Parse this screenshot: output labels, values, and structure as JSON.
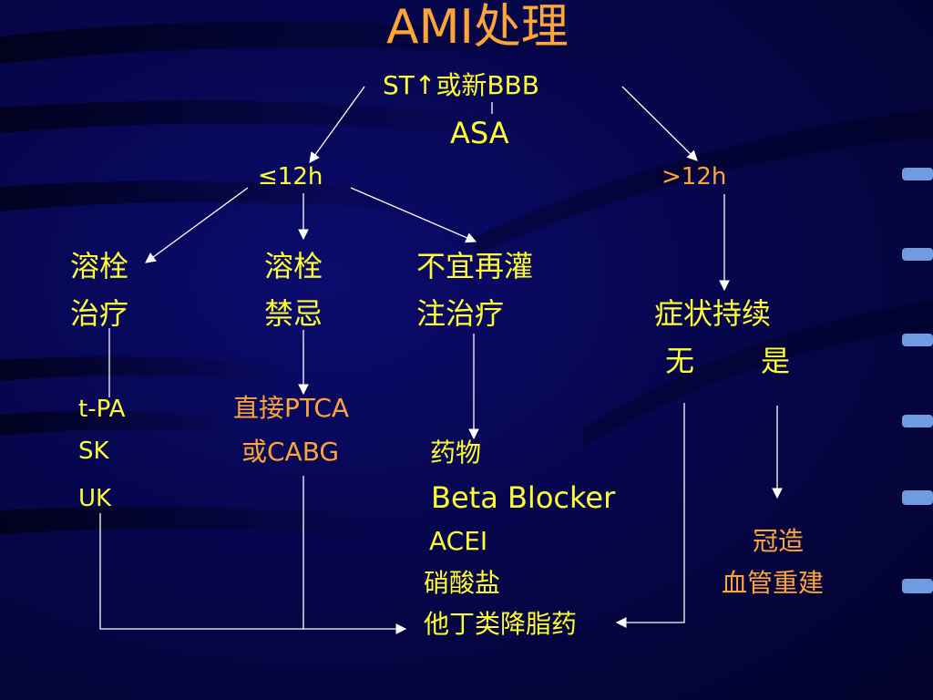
{
  "title": "AMI处理",
  "top": {
    "condition": "ST↑或新BBB",
    "drug": "ASA"
  },
  "branches": {
    "early": "≤12h",
    "late": ">12h"
  },
  "early": {
    "thrombolysis_l1": "溶栓",
    "thrombolysis_l2": "治疗",
    "contra_l1": "溶栓",
    "contra_l2": "禁忌",
    "noreperf_l1": "不宜再灌",
    "noreperf_l2": "注治疗"
  },
  "late": {
    "symptoms": "症状持续",
    "no": "无",
    "yes": "是"
  },
  "lytics": [
    "t-PA",
    "SK",
    "UK"
  ],
  "pci": {
    "line1": "直接PTCA",
    "line2": "或CABG"
  },
  "drugs": {
    "heading": "药物",
    "items": [
      "Beta Blocker",
      "ACEI",
      "硝酸盐",
      "他丁类降脂药"
    ]
  },
  "revasc": {
    "line1": "冠造",
    "line2": "血管重建"
  },
  "colors": {
    "background": "#06064e",
    "orange": "#ffa53a",
    "yellow": "#ffff33",
    "white": "#ffffff"
  }
}
